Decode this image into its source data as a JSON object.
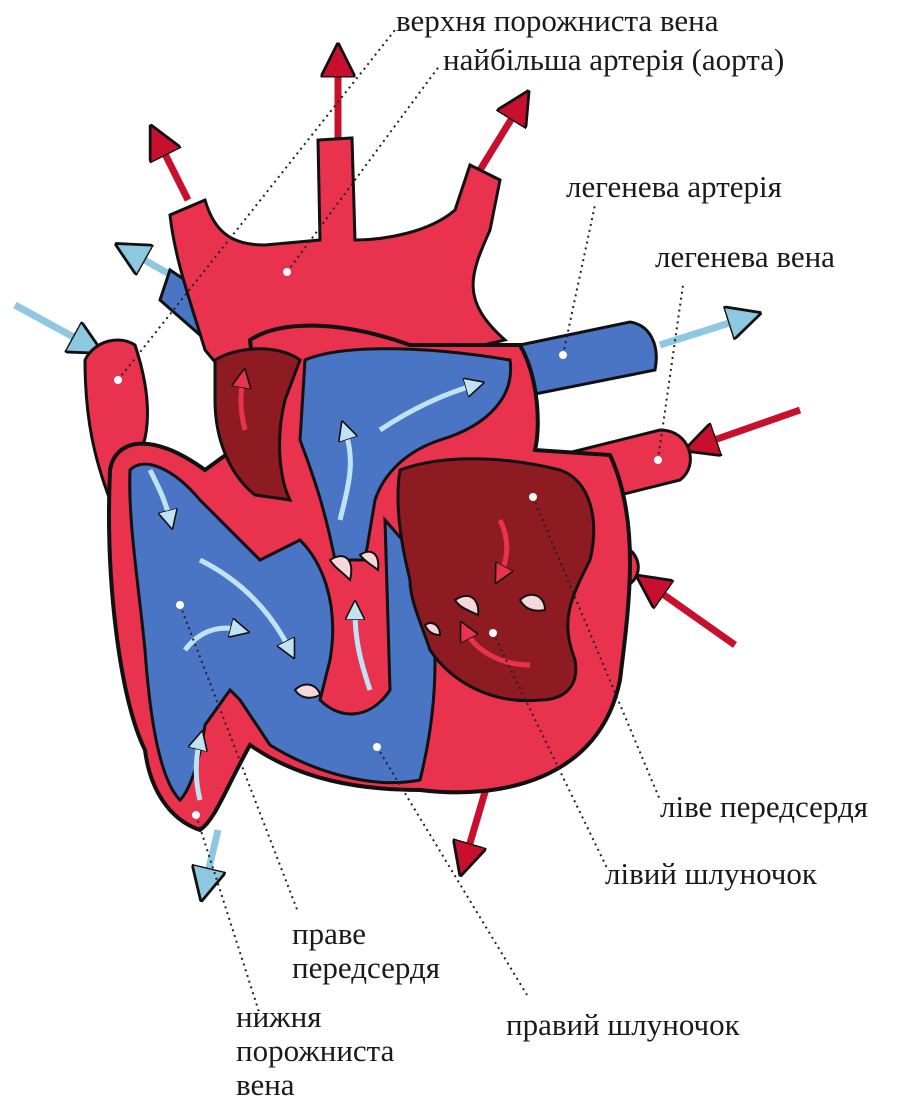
{
  "diagram": {
    "colors": {
      "oxygenated": "#e8324e",
      "oxygenated_dark": "#8e1a22",
      "deoxygenated": "#4a74c4",
      "deoxygenated_light": "#9fcfe6",
      "outline": "#111111",
      "arrow_red": "#c8102e",
      "arrow_blue": "#8ec8e0"
    },
    "labels": {
      "superior_vena_cava": "верхня порожниста вена",
      "aorta": "найбільша артерія (аорта)",
      "pulmonary_artery": "легенева артерія",
      "pulmonary_vein": "легенева вена",
      "left_atrium": "ліве передсердя",
      "left_ventricle": "лівий шлуночок",
      "right_atrium": [
        "праве",
        "передсердя"
      ],
      "right_ventricle": "правий шлуночок",
      "inferior_vena_cava": [
        "нижня",
        "порожниста",
        "вена"
      ]
    }
  }
}
